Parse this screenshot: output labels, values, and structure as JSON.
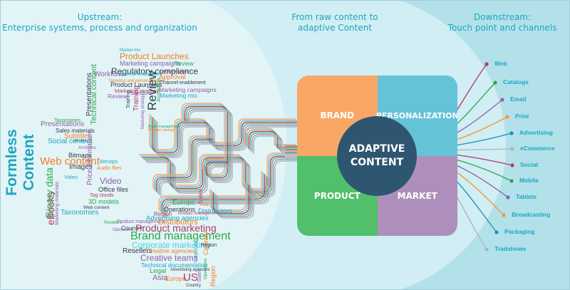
{
  "headings": {
    "upstream_line1": "Upstream:",
    "upstream_line2": "Enterprise systems, process and organization",
    "middle_line1": "From raw content to",
    "middle_line2": "adaptive Content",
    "downstream_line1": "Downstream:",
    "downstream_line2": "Touch point and channels"
  },
  "side_title": "Formless Content",
  "colors": {
    "background_outer": "#b3e1ea",
    "background_mid": "#d0eef3",
    "background_inner": "#e3f4f7",
    "heading_text": "#1ea6c1",
    "brand": "#f9a765",
    "personalization": "#65c3d7",
    "product": "#52bf6b",
    "market": "#ae8fbb",
    "center": "#2e5671"
  },
  "quadrants": {
    "brand": "BRAND",
    "personalization": "PERSONALIZATION",
    "product": "PRODUCT",
    "market": "MARKET"
  },
  "center": {
    "line1": "ADAPTIVE",
    "line2": "CONTENT"
  },
  "channels": [
    {
      "label": "Web",
      "color": "#b5376b"
    },
    {
      "label": "Catalogs",
      "color": "#2aa84c"
    },
    {
      "label": "Email",
      "color": "#8f5ea6"
    },
    {
      "label": "Print",
      "color": "#f79531"
    },
    {
      "label": "Advertising",
      "color": "#1593b5"
    },
    {
      "label": "eCommerce",
      "color": "#a9b4bd"
    },
    {
      "label": "Social",
      "color": "#b5376b"
    },
    {
      "label": "Mobile",
      "color": "#2aa84c"
    },
    {
      "label": "Tablets",
      "color": "#8f5ea6"
    },
    {
      "label": "Broadcasting",
      "color": "#f79531"
    },
    {
      "label": "Packaging",
      "color": "#1593b5"
    },
    {
      "label": "Tradshows",
      "color": "#a9b4bd"
    }
  ],
  "word_cloud_top": [
    {
      "text": "Market mix",
      "color": "#1ea6c1"
    },
    {
      "text": "Product Launches",
      "color": "#f27d1f"
    },
    {
      "text": "Marketing campaigns",
      "color": "#8f5ea6"
    },
    {
      "text": "Review",
      "color": "#2aa84c"
    },
    {
      "text": "Regulatory compliance",
      "color": "#2f3d4a"
    },
    {
      "text": "Workflow",
      "color": "#8f5ea6"
    },
    {
      "text": "Channel enablement",
      "color": "#1ea6c1"
    },
    {
      "text": "Loyalty Programs",
      "color": "#b5376b"
    },
    {
      "text": "Approval",
      "color": "#f27d1f"
    },
    {
      "text": "Targeting and personalization",
      "color": "#f27d1f"
    },
    {
      "text": "Product Launches",
      "color": "#2f3d4a"
    },
    {
      "text": "Channel enablement",
      "color": "#2f3d4a"
    },
    {
      "text": "Marketing strategy",
      "color": "#b5376b"
    },
    {
      "text": "Marketing campaigns",
      "color": "#8f5ea6"
    },
    {
      "text": "Annotation",
      "color": "#2aa84c"
    },
    {
      "text": "Workflow",
      "color": "#8f5ea6"
    },
    {
      "text": "Review",
      "color": "#8f5ea6"
    },
    {
      "text": "Marketing mix",
      "color": "#1ea6c1"
    },
    {
      "text": "Training",
      "color": "#2f3d4a"
    },
    {
      "text": "Training",
      "color": "#b5376b"
    },
    {
      "text": "Review",
      "color": "#2f3d4a"
    },
    {
      "text": "Marketing strategy",
      "color": "#8f5ea6"
    },
    {
      "text": "Brand management",
      "color": "#2aa84c"
    },
    {
      "text": "Product design",
      "color": "#f27d1f"
    }
  ],
  "word_cloud_left": [
    {
      "text": "Taxonomies",
      "color": "#2aa84c"
    },
    {
      "text": "Presentations",
      "color": "#8f5ea6"
    },
    {
      "text": "Sales materials",
      "color": "#2f3d4a"
    },
    {
      "text": "Subtitles",
      "color": "#f27d1f"
    },
    {
      "text": "eBooks",
      "color": "#2f3d4a"
    },
    {
      "text": "Social content",
      "color": "#1ea6c1"
    },
    {
      "text": "Archives",
      "color": "#8f5ea6"
    },
    {
      "text": "Bitmaps",
      "color": "#2f3d4a"
    },
    {
      "text": "Web content",
      "color": "#f27d1f"
    },
    {
      "text": "Images",
      "color": "#2f3d4a"
    },
    {
      "text": "Video",
      "color": "#1ea6c1"
    },
    {
      "text": "Video",
      "color": "#8f5ea6"
    },
    {
      "text": "Office files",
      "color": "#2f3d4a"
    },
    {
      "text": "Tag clouds",
      "color": "#b5376b"
    },
    {
      "text": "3D models",
      "color": "#2aa84c"
    },
    {
      "text": "Web content",
      "color": "#2f3d4a"
    },
    {
      "text": "Taxonomies",
      "color": "#1ea6c1"
    },
    {
      "text": "Audio files",
      "color": "#f27d1f"
    },
    {
      "text": "Bitmaps",
      "color": "#1ea6c1"
    },
    {
      "text": "eBooks",
      "color": "#b5376b"
    },
    {
      "text": "Binary data",
      "color": "#2aa84c"
    },
    {
      "text": "Technical content",
      "color": "#2aa84c"
    },
    {
      "text": "Presentations",
      "color": "#2f3d4a"
    },
    {
      "text": "Price information",
      "color": "#8f5ea6"
    },
    {
      "text": "Marketing materials",
      "color": "#8f5ea6"
    }
  ],
  "word_cloud_bottom": [
    {
      "text": "Europe",
      "color": "#2aa84c"
    },
    {
      "text": "Sales",
      "color": "#b5376b"
    },
    {
      "text": "Asia",
      "color": "#f27d1f"
    },
    {
      "text": "Operations",
      "color": "#2f3d4a"
    },
    {
      "text": "Distributors",
      "color": "#1ea6c1"
    },
    {
      "text": "Region",
      "color": "#b5376b"
    },
    {
      "text": "Product management",
      "color": "#b5376b"
    },
    {
      "text": "Advertising agencies",
      "color": "#1ea6c1"
    },
    {
      "text": "Product management",
      "color": "#8f5ea6"
    },
    {
      "text": "Distributors",
      "color": "#f27d1f"
    },
    {
      "text": "Country",
      "color": "#2f3d4a"
    },
    {
      "text": "Product marketing",
      "color": "#b5376b"
    },
    {
      "text": "Brand management",
      "color": "#2aa84c"
    },
    {
      "text": "Corporate marketing",
      "color": "#4fd0e0"
    },
    {
      "text": "Region",
      "color": "#2f3d4a"
    },
    {
      "text": "Resellers",
      "color": "#2f3d4a"
    },
    {
      "text": "Creative agencies",
      "color": "#f27d1f"
    },
    {
      "text": "Creative teams",
      "color": "#8f5ea6"
    },
    {
      "text": "Technical documentation",
      "color": "#1ea6c1"
    },
    {
      "text": "Legal",
      "color": "#2aa84c"
    },
    {
      "text": "Advertising agencies",
      "color": "#2f3d4a"
    },
    {
      "text": "Asia",
      "color": "#8f5ea6"
    },
    {
      "text": "Europe",
      "color": "#f27d1f"
    },
    {
      "text": "US",
      "color": "#b5376b"
    },
    {
      "text": "Country",
      "color": "#2f3d4a"
    },
    {
      "text": "Region",
      "color": "#f27d1f"
    },
    {
      "text": "Sales",
      "color": "#8f5ea6"
    },
    {
      "text": "Operations",
      "color": "#2aa84c"
    },
    {
      "text": "Country",
      "color": "#f27d1f"
    },
    {
      "text": "Resellers",
      "color": "#2aa84c"
    },
    {
      "text": "Operations",
      "color": "#8f5ea6"
    },
    {
      "text": "Corporate",
      "color": "#1ea6c1"
    }
  ]
}
